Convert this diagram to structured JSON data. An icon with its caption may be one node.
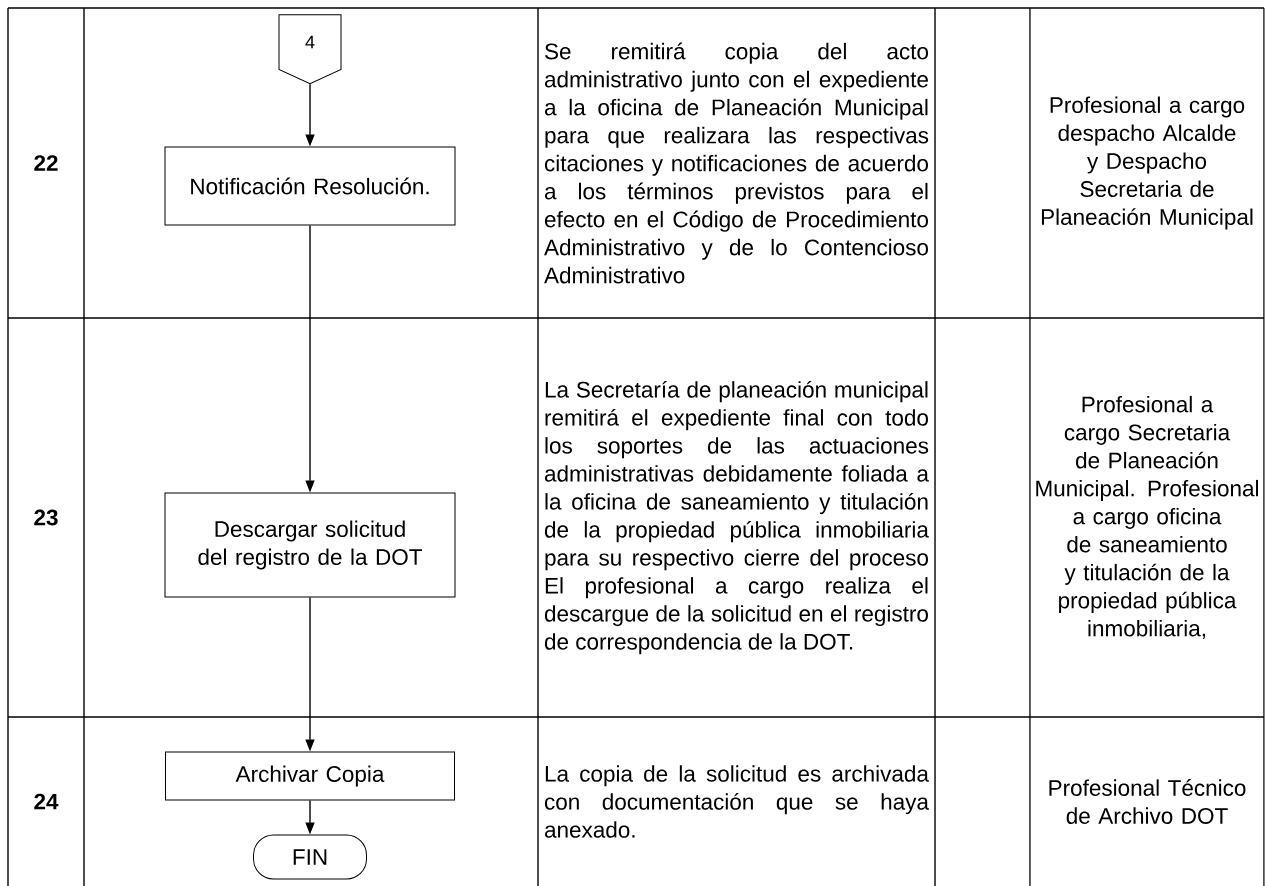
{
  "diagram": {
    "nodes": [
      {
        "text": [
          "4"
        ]
      },
      {
        "text": [
          "Notificación Resolución."
        ]
      },
      {
        "text": [
          "Descargar solicitud del registro de la DOT"
        ]
      },
      {
        "text": [
          "Archivar Copia"
        ]
      },
      {
        "text": [
          "FIN"
        ]
      }
    ],
    "edges": [
      {
        "from": 0,
        "to": 1,
        "arrow": "to"
      },
      {
        "from": 1,
        "to": 2,
        "arrow": "to"
      },
      {
        "from": 2,
        "to": 3,
        "arrow": "to"
      },
      {
        "from": 3,
        "to": 4,
        "arrow": "to"
      }
    ],
    "labels": [
      "22",
      "Se remitirá copia del acto administrativo junto con el expediente a la oficina de Planeación Municipal para que realizara las respectivas citaciones y notificaciones de acuerdo a los términos previstos para el efecto en el Código de Procedimiento Administrativo y de lo Contencioso Administrativo",
      "Profesional a cargo despacho Alcalde y Despacho Secretaria de Planeación Municipal",
      "23",
      "La Secretaría de planeación municipal remitirá el expediente final con todo los soportes de las actuaciones administrativas debidamente foliada a la oficina de saneamiento y titulación de la propiedad pública inmobiliaria para su respectivo cierre del proceso El profesional a cargo realiza el descargue de la solicitud en el registro de correspondencia de la DOT.",
      "Profesional a cargo Secretaria de Planeación Municipal. Profesional a cargo oficina de saneamiento y titulación de la propiedad pública inmobiliaria,",
      "24",
      "La copia de la solicitud es archivada con documentación que se haya anexado.",
      "Profesional Técnico de Archivo DOT"
    ]
  }
}
